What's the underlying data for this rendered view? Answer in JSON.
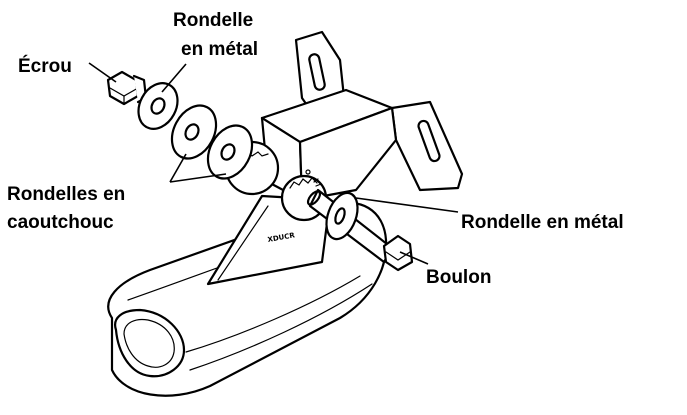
{
  "labels": {
    "nut": "Écrou",
    "metal_washer_top_line1": "Rondelle",
    "metal_washer_top_line2": "en métal",
    "rubber_washers_line1": "Rondelles en",
    "rubber_washers_line2": "caoutchouc",
    "metal_washer_right": "Rondelle en métal",
    "bolt": "Boulon"
  }
}
